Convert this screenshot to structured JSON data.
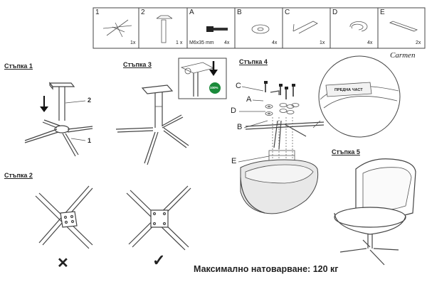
{
  "parts_header": {
    "items": [
      {
        "id": "1",
        "qty": "1x",
        "spec": ""
      },
      {
        "id": "2",
        "qty": "1 x",
        "spec": ""
      },
      {
        "id": "A",
        "qty": "4x",
        "spec": "M6x35 mm"
      },
      {
        "id": "B",
        "qty": "4x",
        "spec": ""
      },
      {
        "id": "C",
        "qty": "1x",
        "spec": ""
      },
      {
        "id": "D",
        "qty": "4x",
        "spec": ""
      },
      {
        "id": "E",
        "qty": "2x",
        "spec": ""
      }
    ]
  },
  "brand": "Carmen",
  "steps": {
    "step1": {
      "title": "Стъпка 1",
      "callout_top": "2",
      "callout_bottom": "1"
    },
    "step2": {
      "title": "Стъпка 2",
      "wrong_mark": "✕",
      "right_mark": "✓"
    },
    "step3": {
      "title": "Стъпка 3",
      "badge": "100%"
    },
    "step4": {
      "title": "Стъпка 4",
      "callouts": [
        "C",
        "A",
        "D",
        "B",
        "E"
      ],
      "zoom_label": "ПРЕДНА ЧАСТ"
    },
    "step5": {
      "title": "Стъпка 5"
    }
  },
  "footer": {
    "max_load": "Максимално натоварване: 120 кг"
  }
}
